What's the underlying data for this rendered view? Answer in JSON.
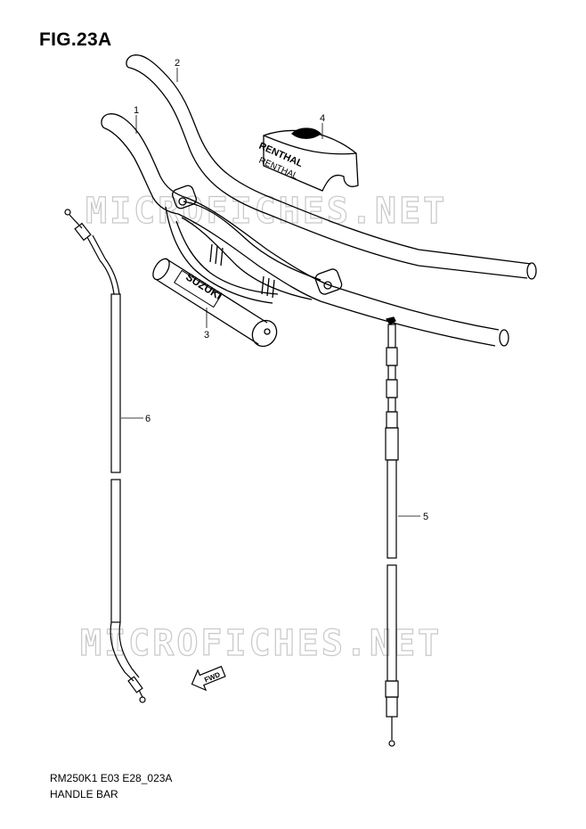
{
  "figure": {
    "title": "FIG.23A",
    "code": "RM250K1 E03 E28_023A",
    "name": "HANDLE BAR"
  },
  "watermark": "MICROFICHES.NET",
  "callouts": [
    "1",
    "2",
    "3",
    "4",
    "5",
    "6"
  ],
  "labels": {
    "pad_brand": "SUZUKI",
    "clamp_brand_top": "RENTHAL",
    "clamp_brand_bottom": "RENTHAL",
    "fwd_arrow": "FWD"
  }
}
